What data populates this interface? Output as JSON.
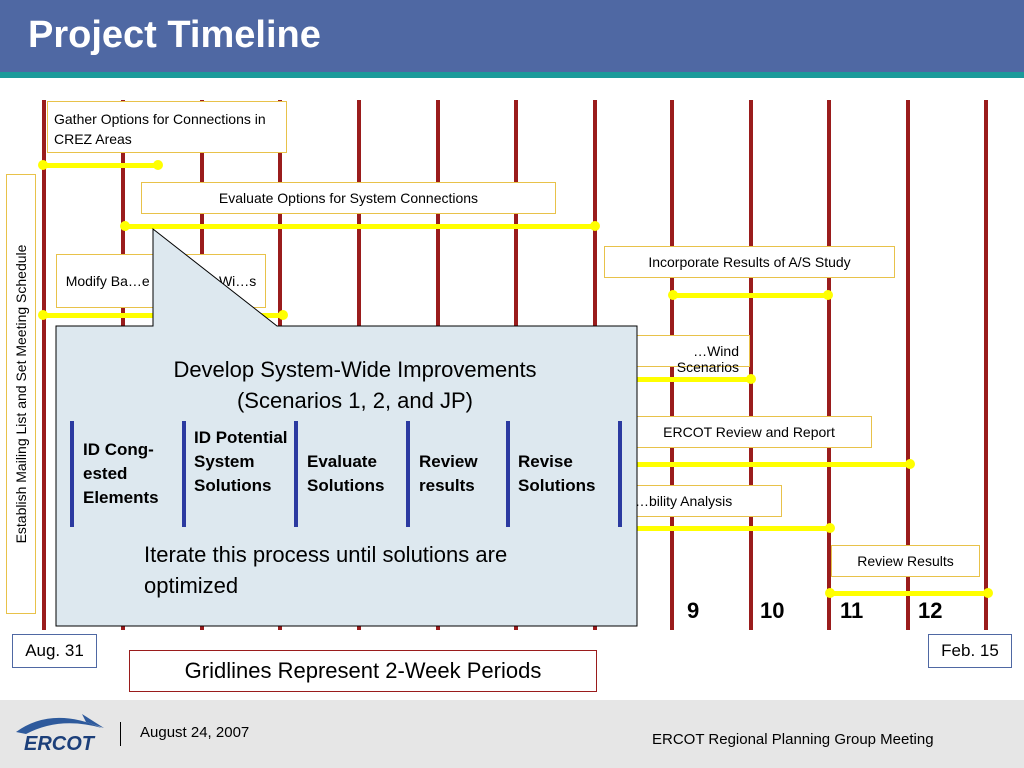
{
  "header": {
    "title": "Project Timeline"
  },
  "timeline": {
    "side_label": "Establish Mailing List and Set Meeting Schedule",
    "tasks": [
      "Gather Options for Connections in CREZ Areas",
      "Evaluate Options for System Connections",
      "Incorporate Results of A/S Study",
      "Modify Ba…e for Higher Wi…s",
      "…Wind Scenarios",
      "ERCOT Review and Report",
      "…bility Analysis",
      "Review Results"
    ],
    "period_numbers": [
      "9",
      "10",
      "11",
      "12"
    ],
    "start_date": "Aug. 31",
    "end_date": "Feb. 15",
    "gridline_note": "Gridlines Represent 2-Week Periods"
  },
  "callout": {
    "title_line1": "Develop System-Wide Improvements",
    "title_line2": "(Scenarios 1, 2, and JP)",
    "steps": [
      {
        "label": "ID Cong-ested Elements"
      },
      {
        "label": "ID Potential System Solutions"
      },
      {
        "label": "Evaluate Solutions"
      },
      {
        "label": "Review results"
      },
      {
        "label": "Revise Solutions"
      }
    ],
    "iterate_text": "Iterate this process until solutions are optimized"
  },
  "footer": {
    "logo_text": "ERCOT",
    "date": "August 24, 2007",
    "meeting": "ERCOT Regional Planning Group Meeting"
  },
  "colors": {
    "header_bg": "#4f68a3",
    "accent_line": "#1c9a9a",
    "gridline": "#9a1c1c",
    "bar": "#ffff00",
    "step_separator": "#2b3aa0",
    "callout_bg": "#dde8ef"
  }
}
